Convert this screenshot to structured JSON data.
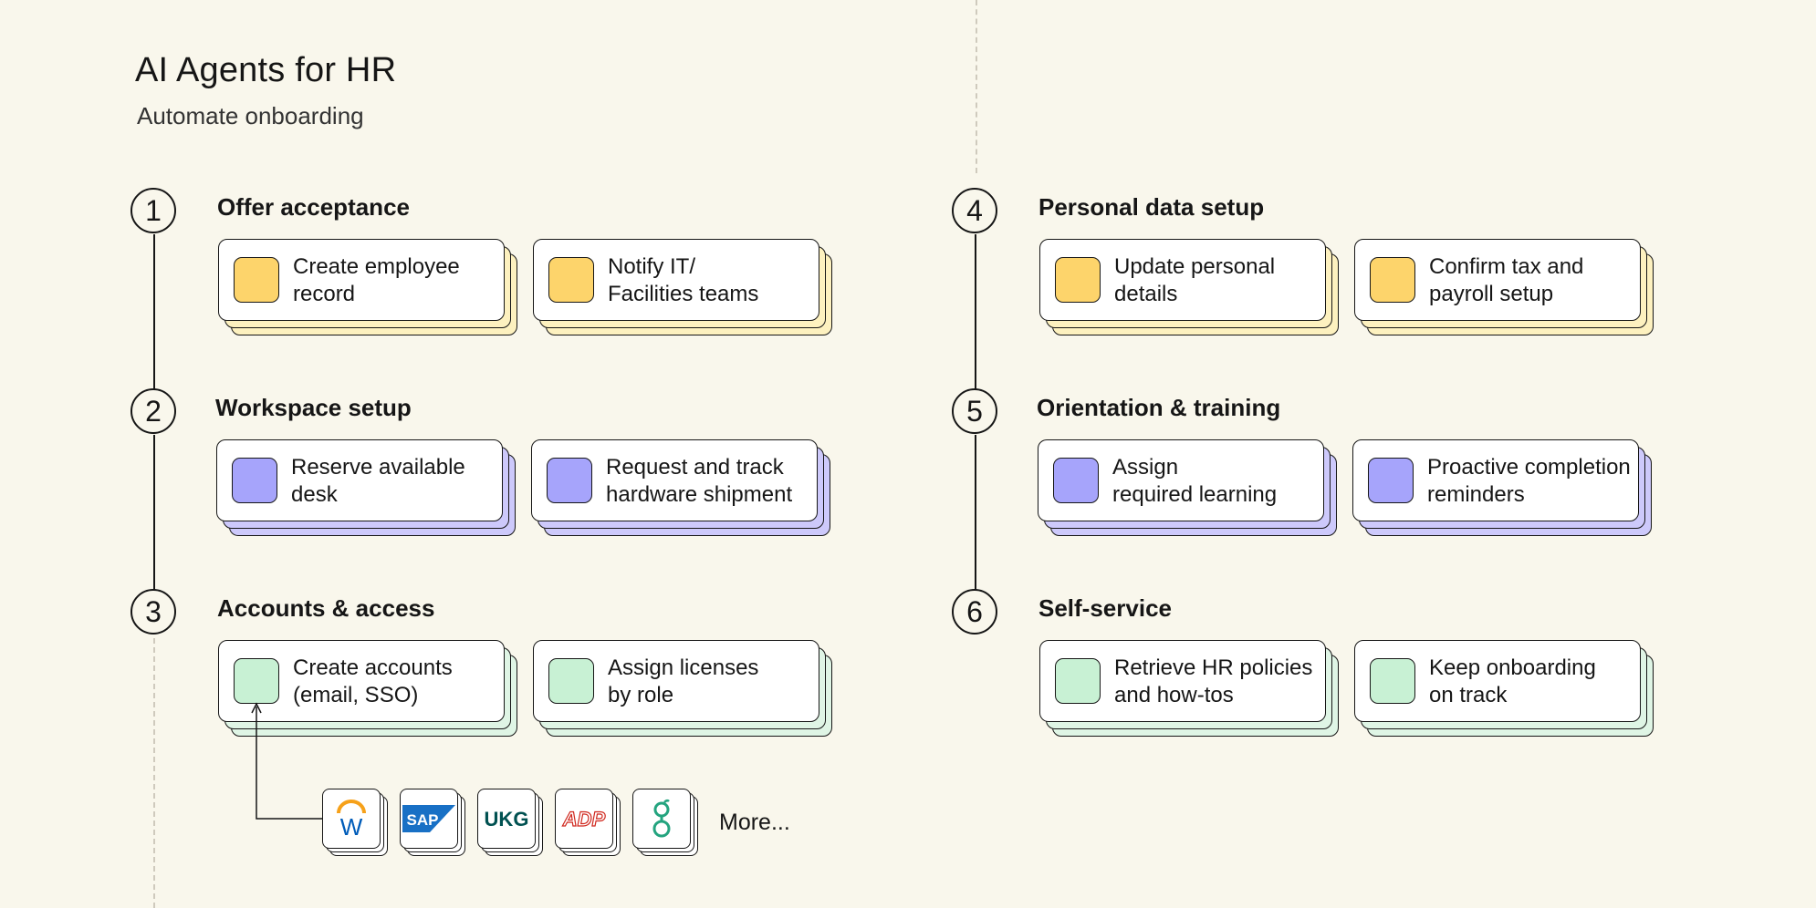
{
  "header": {
    "title": "AI Agents for HR",
    "subtitle": "Automate onboarding"
  },
  "steps": [
    {
      "number": "1",
      "title": "Offer acceptance",
      "color": "#fdd46b",
      "tasks": [
        "Create employee\nrecord",
        "Notify IT/\nFacilities teams"
      ]
    },
    {
      "number": "2",
      "title": "Workspace setup",
      "color": "#a6a4fb",
      "tasks": [
        "Reserve available\ndesk",
        "Request and track\nhardware shipment"
      ]
    },
    {
      "number": "3",
      "title": "Accounts & access",
      "color": "#c8f1d4",
      "tasks": [
        "Create accounts\n(email, SSO)",
        "Assign licenses\nby role"
      ]
    },
    {
      "number": "4",
      "title": "Personal data setup",
      "color": "#fdd46b",
      "tasks": [
        "Update personal\ndetails",
        "Confirm tax and\npayroll setup"
      ]
    },
    {
      "number": "5",
      "title": "Orientation & training",
      "color": "#a6a4fb",
      "tasks": [
        "Assign\nrequired learning",
        "Proactive completion\nreminders"
      ]
    },
    {
      "number": "6",
      "title": "Self-service",
      "color": "#c8f1d4",
      "tasks": [
        "Retrieve HR policies\nand how-tos",
        "Keep onboarding\non track"
      ]
    }
  ],
  "integrations": {
    "logos": [
      {
        "icon": "workday-logo-icon",
        "text": "W"
      },
      {
        "icon": "sap-logo-icon",
        "text": "SAP"
      },
      {
        "icon": "ukg-logo-icon",
        "text": "UKG"
      },
      {
        "icon": "adp-logo-icon",
        "text": "ADP"
      },
      {
        "icon": "greenhouse-logo-icon",
        "text": ""
      }
    ],
    "more_label": "More..."
  }
}
